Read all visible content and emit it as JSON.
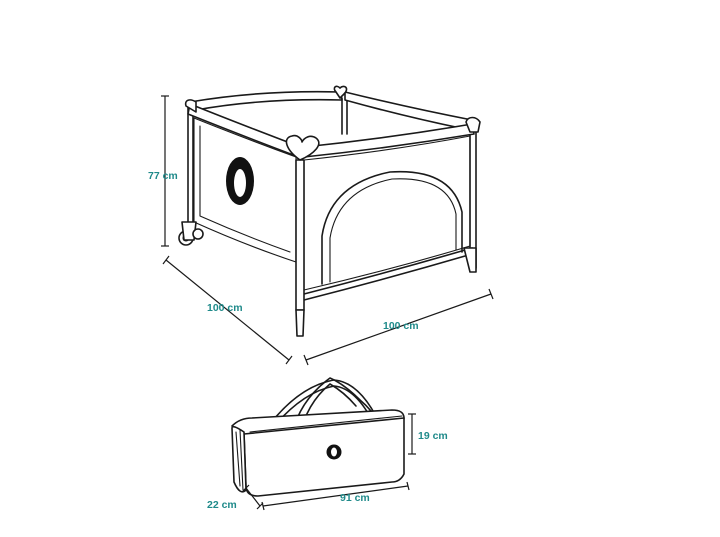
{
  "colors": {
    "line": "#1a1a1a",
    "label": "#1f8a8a",
    "background": "#ffffff"
  },
  "playpen": {
    "height_label": "77 cm",
    "depth_label": "100 cm",
    "width_label": "100 cm"
  },
  "bag": {
    "height_label": "19 cm",
    "depth_label": "22 cm",
    "length_label": "91 cm"
  }
}
